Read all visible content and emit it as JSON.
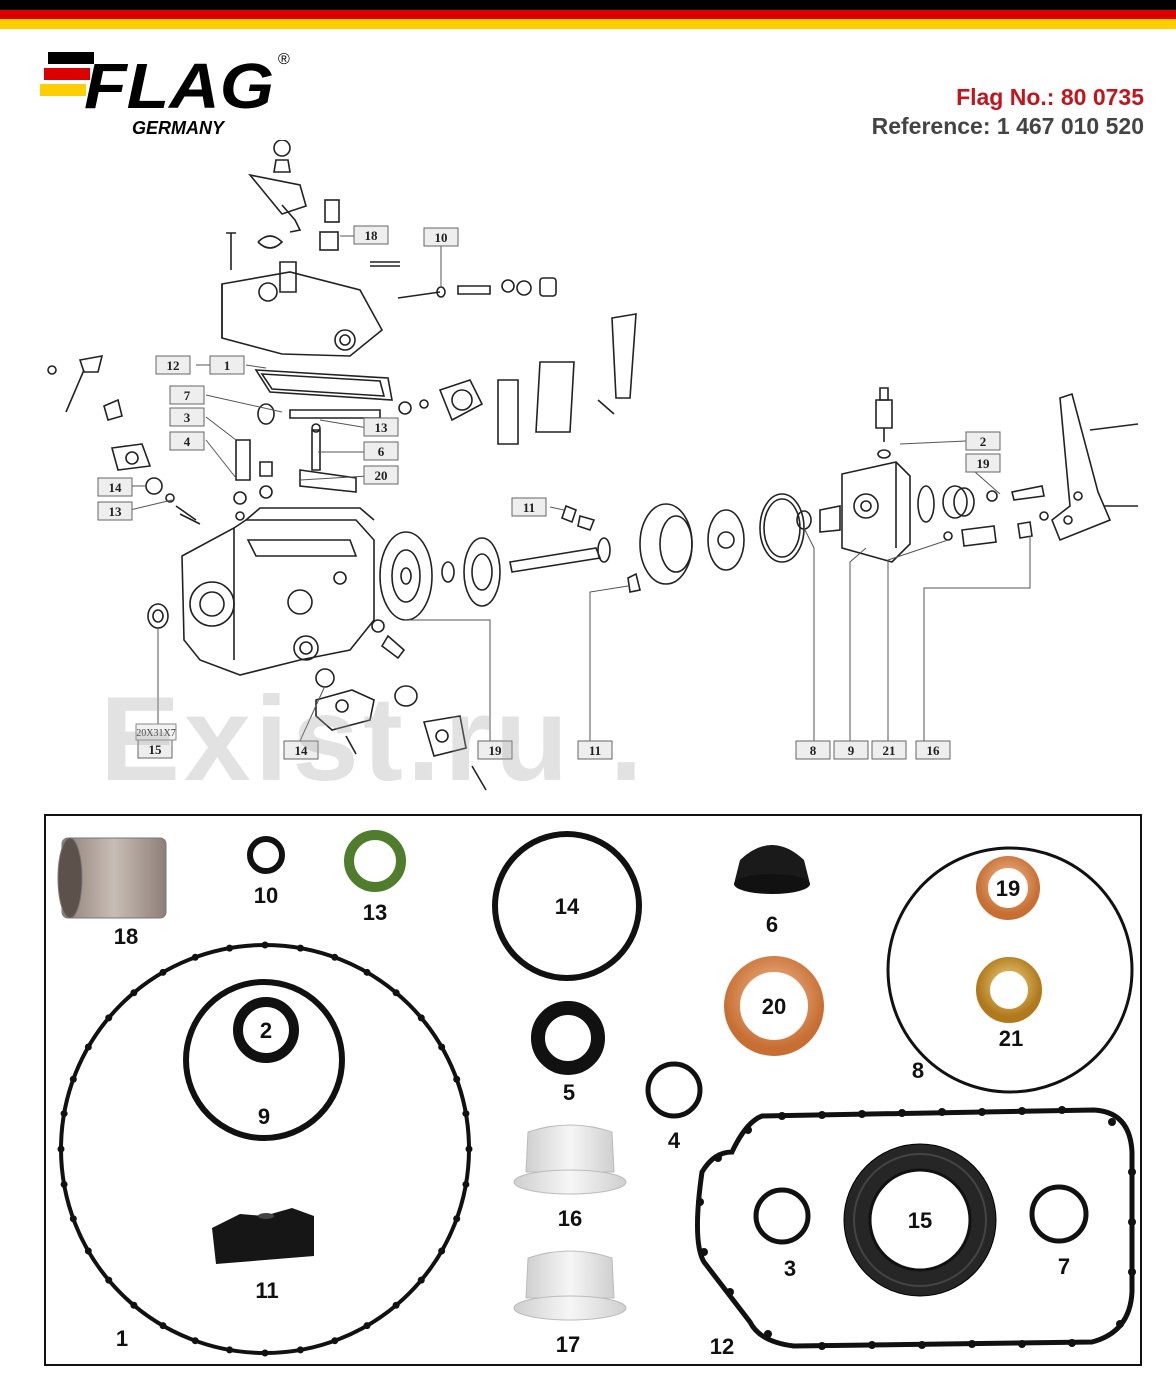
{
  "header": {
    "stripe_colors": [
      "#000000",
      "#dd0000",
      "#ffce00"
    ],
    "logo": {
      "brand": "FLAG",
      "registered": "®",
      "subtitle": "GERMANY"
    },
    "flag_no_label": "Flag No.: 80 0735",
    "reference_label": "Reference: 1 467 010 520"
  },
  "watermark": "Exist.ru .",
  "diagram": {
    "seal_dims": "20X31X7",
    "labels": [
      {
        "id": "d18",
        "text": "18"
      },
      {
        "id": "d10",
        "text": "10"
      },
      {
        "id": "d12",
        "text": "12"
      },
      {
        "id": "d1",
        "text": "1"
      },
      {
        "id": "d7",
        "text": "7"
      },
      {
        "id": "d3",
        "text": "3"
      },
      {
        "id": "d13a",
        "text": "13"
      },
      {
        "id": "d4",
        "text": "4"
      },
      {
        "id": "d6",
        "text": "6"
      },
      {
        "id": "d20",
        "text": "20"
      },
      {
        "id": "d14a",
        "text": "14"
      },
      {
        "id": "d13b",
        "text": "13"
      },
      {
        "id": "d11a",
        "text": "11"
      },
      {
        "id": "d2",
        "text": "2"
      },
      {
        "id": "d19a",
        "text": "19"
      },
      {
        "id": "d15",
        "text": "15"
      },
      {
        "id": "d14b",
        "text": "14"
      },
      {
        "id": "d19b",
        "text": "19"
      },
      {
        "id": "d11b",
        "text": "11"
      },
      {
        "id": "d8",
        "text": "8"
      },
      {
        "id": "d9",
        "text": "9"
      },
      {
        "id": "d21",
        "text": "21"
      },
      {
        "id": "d16",
        "text": "16"
      }
    ]
  },
  "kit": {
    "colors": {
      "rubber": "#111111",
      "copper": "#d2844a",
      "green": "#4f7d2c",
      "nylon": "#e6e6e6",
      "sleeve": "#a89a92"
    },
    "parts": [
      {
        "id": "18",
        "label": "18"
      },
      {
        "id": "10",
        "label": "10"
      },
      {
        "id": "13",
        "label": "13"
      },
      {
        "id": "14",
        "label": "14"
      },
      {
        "id": "6",
        "label": "6"
      },
      {
        "id": "19",
        "label": "19"
      },
      {
        "id": "21",
        "label": "21"
      },
      {
        "id": "8",
        "label": "8"
      },
      {
        "id": "20",
        "label": "20"
      },
      {
        "id": "2",
        "label": "2"
      },
      {
        "id": "9",
        "label": "9"
      },
      {
        "id": "1",
        "label": "1"
      },
      {
        "id": "5",
        "label": "5"
      },
      {
        "id": "4",
        "label": "4"
      },
      {
        "id": "16",
        "label": "16"
      },
      {
        "id": "11",
        "label": "11"
      },
      {
        "id": "17",
        "label": "17"
      },
      {
        "id": "12",
        "label": "12"
      },
      {
        "id": "3",
        "label": "3"
      },
      {
        "id": "15",
        "label": "15"
      },
      {
        "id": "7",
        "label": "7"
      }
    ]
  }
}
